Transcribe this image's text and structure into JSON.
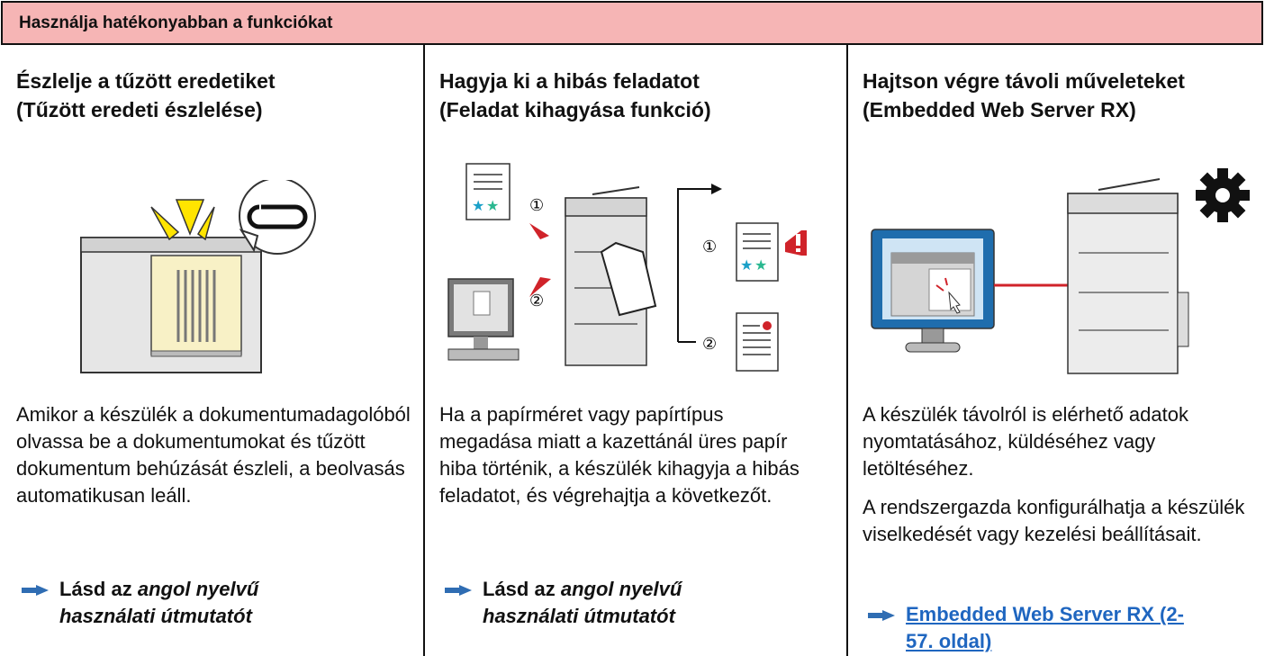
{
  "header": {
    "title": "Használja hatékonyabban a funkciókat"
  },
  "columns": [
    {
      "title_line1": "Észlelje a tűzött eredetiket",
      "title_line2": "(Tűzött eredeti észlelése)",
      "body": "Amikor a készülék a dokumentumadagolóból olvassa be a dokumentumokat és tűzött dokumentum behúzását észleli, a beolvasás automatikusan leáll.",
      "ref_prefix": "Lásd az",
      "ref_italic_line1": "angol nyelvű",
      "ref_italic_line2": "használati útmutatót"
    },
    {
      "title_line1": "Hagyja ki a hibás feladatot",
      "title_line2": "(Feladat kihagyása funkció)",
      "body": "Ha a papírméret vagy papírtípus megadása miatt a kazettánál üres papír hiba történik, a készülék kihagyja a hibás feladatot, és végrehajtja a következőt.",
      "ref_prefix": "Lásd az",
      "ref_italic_line1": "angol nyelvű",
      "ref_italic_line2": "használati útmutatót",
      "fig_markers": {
        "one": "①",
        "two": "②"
      }
    },
    {
      "title_line1": "Hajtson végre távoli műveleteket",
      "title_line2": "(Embedded Web Server RX)",
      "body_p1": "A készülék távolról is elérhető adatok nyomtatásához, küldéséhez vagy letöltéséhez.",
      "body_p2": "A rendszergazda konfigurálhatja a készülék viselkedését vagy kezelési beállításait.",
      "link_line1": "Embedded Web Server RX (2-",
      "link_line2": "57. oldal)"
    }
  ],
  "colors": {
    "header_bg": "#f6b5b5",
    "link": "#1f66c0",
    "arrow": "#2f6db3",
    "alert_red": "#d0232a"
  }
}
